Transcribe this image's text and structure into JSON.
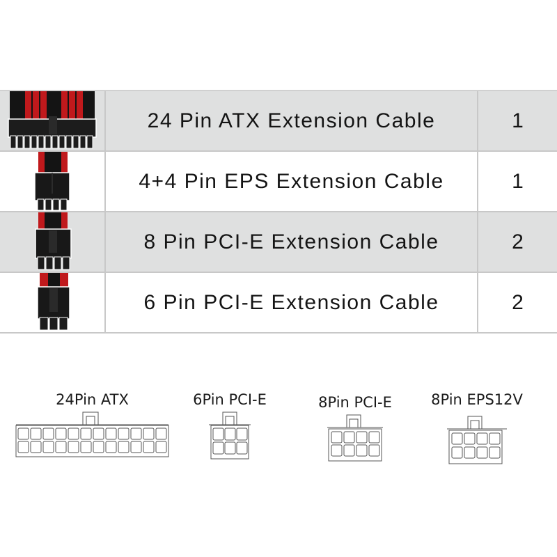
{
  "cable_table": {
    "rows": [
      {
        "name": "24 Pin ATX Extension Cable",
        "qty": "1",
        "connector_icon": "24-pin-atx-connector-icon",
        "background": "#dfe0e0"
      },
      {
        "name": "4+4 Pin EPS Extension Cable",
        "qty": "1",
        "connector_icon": "4-plus-4-pin-eps-connector-icon",
        "background": "#ffffff"
      },
      {
        "name": "8 Pin PCI-E Extension Cable",
        "qty": "2",
        "connector_icon": "8-pin-pcie-connector-icon",
        "background": "#dfe0e0"
      },
      {
        "name": "6 Pin PCI-E Extension Cable",
        "qty": "2",
        "connector_icon": "6-pin-pcie-connector-icon",
        "background": "#ffffff"
      }
    ],
    "sleeve_colors": {
      "red": "#c0191c",
      "black": "#141414"
    }
  },
  "pinout_diagrams": [
    {
      "label": "24Pin ATX",
      "cols": 12,
      "rows": 2
    },
    {
      "label": "6Pin PCI-E",
      "cols": 3,
      "rows": 2
    },
    {
      "label": "8Pin PCI-E",
      "cols": 4,
      "rows": 2
    },
    {
      "label": "8Pin EPS12V",
      "cols": 4,
      "rows": 2
    }
  ]
}
